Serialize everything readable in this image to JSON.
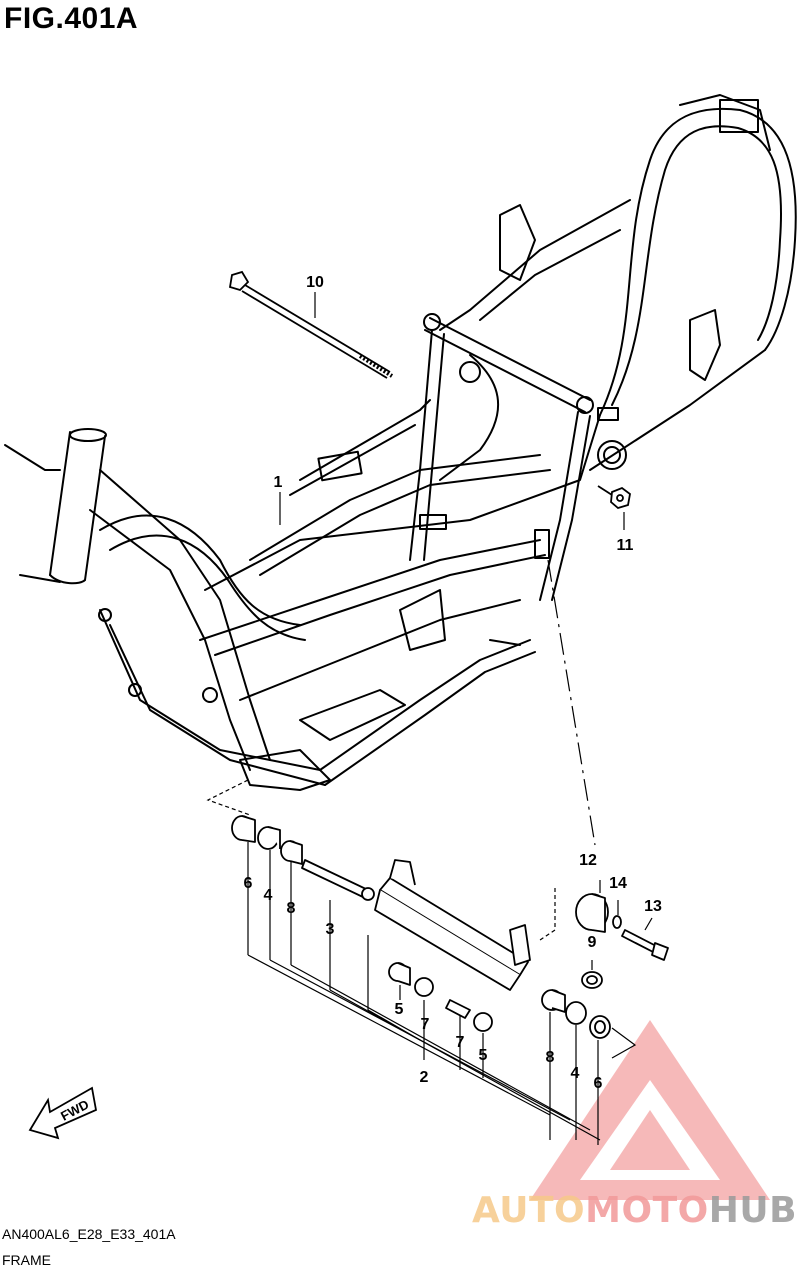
{
  "figure": {
    "title": "FIG.401A"
  },
  "callouts": {
    "c1": "1",
    "c2": "2",
    "c3": "3",
    "c4a": "4",
    "c4b": "4",
    "c5a": "5",
    "c5b": "5",
    "c6a": "6",
    "c6b": "6",
    "c7a": "7",
    "c7b": "7",
    "c8a": "8",
    "c8b": "8",
    "c9": "9",
    "c10": "10",
    "c11": "11",
    "c12": "12",
    "c13": "13",
    "c14": "14"
  },
  "direction_badge": {
    "label": "FWD"
  },
  "footer": {
    "code": "AN400AL6_E28_E33_401A",
    "caption": "FRAME"
  },
  "watermark": {
    "part1": "AUTO",
    "part2": "MOTO",
    "part3": "HUB",
    "colors": {
      "auto": "#f6c98a",
      "moto": "#f29a9a",
      "hub": "#9a9a9a",
      "logo": "#f08080"
    }
  }
}
